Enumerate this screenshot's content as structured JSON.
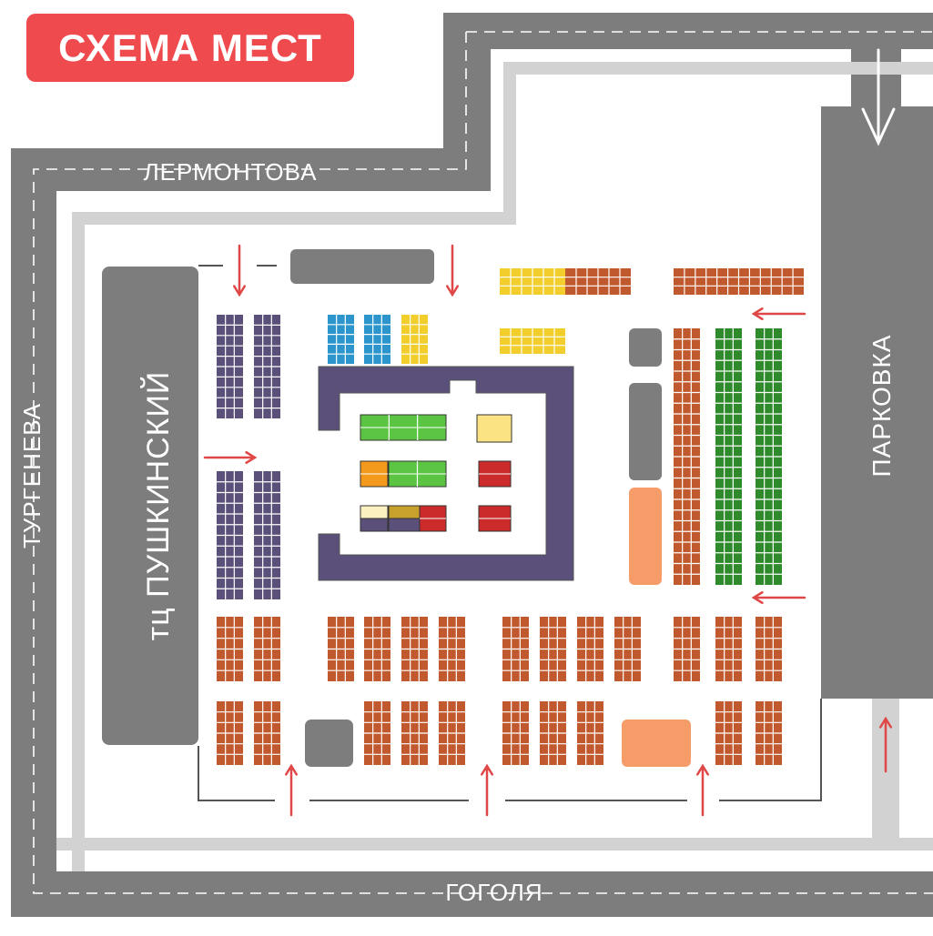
{
  "title": "СХЕМА МЕСТ",
  "streets": {
    "top": "ЛЕРМОНТОВА",
    "left": "ТУРГЕНЕВА",
    "bottom": "ГОГОЛЯ"
  },
  "buildings": {
    "mall": "тц ПУШКИНСКИЙ",
    "parking": "ПАРКОВКА"
  },
  "colors": {
    "road": "#7d7d7d",
    "sidewalk": "#d2d2d2",
    "title_bg": "#ef4b4f",
    "arrow": "#e04848",
    "stage": "#5b5079",
    "seat_purple": "#5b5079",
    "seat_brown": "#c05a2e",
    "seat_green": "#2e8a2b",
    "seat_blue": "#2b95cc",
    "seat_yellow": "#f1ce2b",
    "seat_light_green": "#5cc443",
    "seat_orange_bright": "#f39a1c",
    "seat_pale_yellow": "#fbe384",
    "seat_cream": "#fbf0bf",
    "seat_gold": "#c8a02c",
    "seat_red": "#cc2b2b",
    "block_peach": "#f59c68",
    "block_gray": "#7d7d7d"
  },
  "icons": [
    "entry-arrow-icon",
    "parking-entry-arrow-icon"
  ]
}
